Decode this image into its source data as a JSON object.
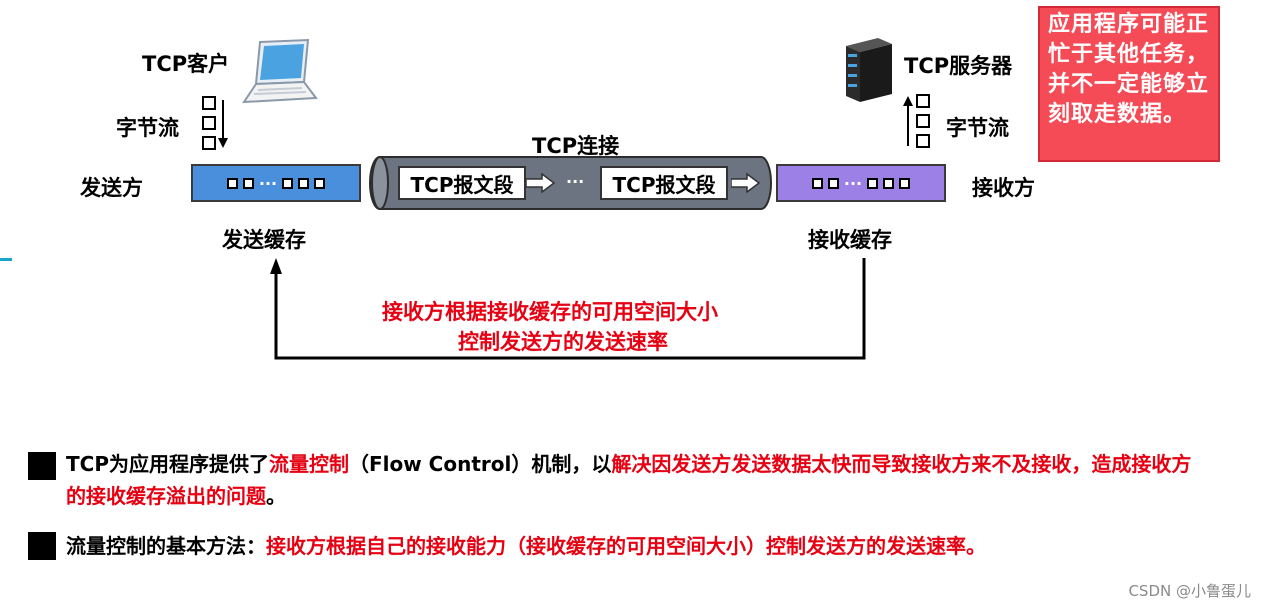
{
  "client": {
    "label": "TCP客户",
    "icon": "laptop-icon"
  },
  "server": {
    "label": "TCP服务器",
    "icon": "server-icon"
  },
  "bytestream_left": "字节流",
  "bytestream_right": "字节流",
  "sender": "发送方",
  "receiver": "接收方",
  "send_buffer": {
    "label": "发送缓存",
    "dots": "···",
    "color": "#4a8fdc"
  },
  "recv_buffer": {
    "label": "接收缓存",
    "dots": "···",
    "color": "#9d80e6"
  },
  "connection": {
    "label": "TCP连接",
    "segment1": "TCP报文段",
    "segment2": "TCP报文段",
    "dots": "···",
    "color": "#6b7480"
  },
  "feedback": {
    "line1": "接收方根据接收缓存的可用空间大小",
    "line2": "控制发送方的发送速率"
  },
  "note": {
    "text": "应用程序可能正忙于其他任务，并不一定能够立刻取走数据。",
    "bg": "#f54b57"
  },
  "bullets": [
    {
      "parts": [
        {
          "text": "TCP为应用程序提供了",
          "red": false
        },
        {
          "text": "流量控制",
          "red": true
        },
        {
          "text": "（Flow Control）机制，以",
          "red": false
        },
        {
          "text": "解决因发送方发送数据太快而导致接收方来不及接收，造成接收方的接收缓存溢出的问题",
          "red": true
        },
        {
          "text": "。",
          "red": false
        }
      ]
    },
    {
      "parts": [
        {
          "text": "流量控制的基本方法：",
          "red": false
        },
        {
          "text": "接收方根据自己的接收能力（接收缓存的可用空间大小）控制发送方的发送速率。",
          "red": true
        }
      ]
    }
  ],
  "watermark": "CSDN @小鲁蛋儿"
}
